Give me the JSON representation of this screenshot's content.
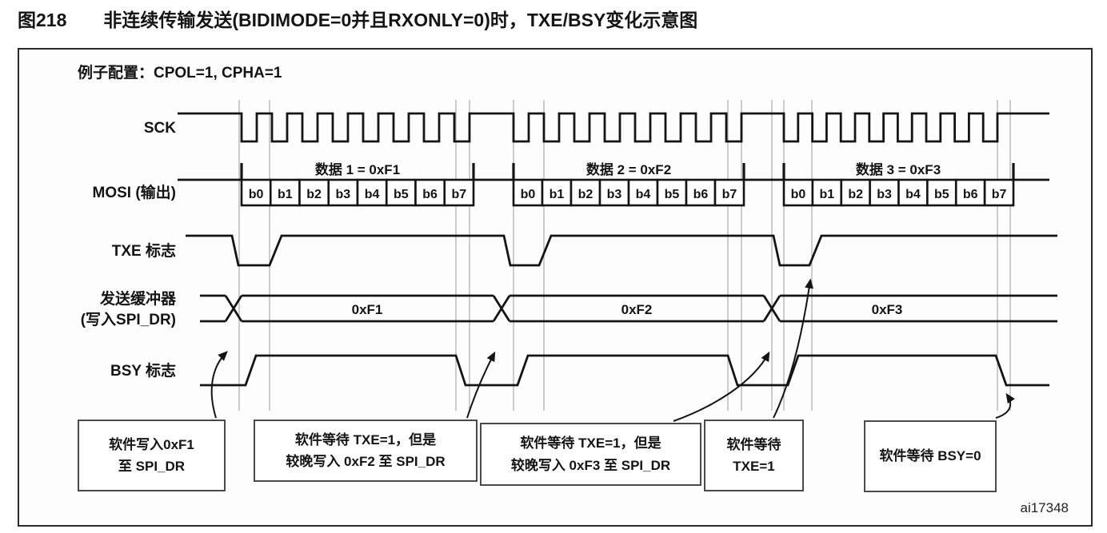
{
  "title": {
    "figure_label": "图218",
    "text": "非连续传输发送(BIDIMODE=0并且RXONLY=0)时，TXE/BSY变化示意图"
  },
  "diagram": {
    "config_note": "例子配置：CPOL=1, CPHA=1",
    "watermark": "ai17348",
    "signals": {
      "sck_label": "SCK",
      "mosi_label": "MOSI (输出)",
      "txe_label": "TXE 标志",
      "txbuf_label_line1": "发送缓冲器",
      "txbuf_label_line2": "(写入SPI_DR)",
      "bsy_label": "BSY 标志"
    },
    "spi_config": {
      "CPOL": 1,
      "CPHA": 1,
      "BIDIMODE": 0,
      "RXONLY": 0
    },
    "data_groups": [
      {
        "label": "数据 1 = 0xF1",
        "buffer_value": "0xF1",
        "bits": [
          "b0",
          "b1",
          "b2",
          "b3",
          "b4",
          "b5",
          "b6",
          "b7"
        ]
      },
      {
        "label": "数据 2 = 0xF2",
        "buffer_value": "0xF2",
        "bits": [
          "b0",
          "b1",
          "b2",
          "b3",
          "b4",
          "b5",
          "b6",
          "b7"
        ]
      },
      {
        "label": "数据 3 = 0xF3",
        "buffer_value": "0xF3",
        "bits": [
          "b0",
          "b1",
          "b2",
          "b3",
          "b4",
          "b5",
          "b6",
          "b7"
        ]
      }
    ],
    "callouts": [
      {
        "line1": "软件写入0xF1",
        "line2": "至 SPI_DR"
      },
      {
        "line1": "软件等待 TXE=1，但是",
        "line2": "较晚写入 0xF2 至 SPI_DR"
      },
      {
        "line1": "软件等待 TXE=1，但是",
        "line2": "较晚写入 0xF3 至 SPI_DR"
      },
      {
        "line1": "软件等待",
        "line2": "TXE=1"
      },
      {
        "line1": "软件等待 BSY=0",
        "line2": ""
      }
    ],
    "colors": {
      "ink": "#141414",
      "gridline": "#9a9a9a",
      "frame_border": "#2b2b2b"
    }
  }
}
